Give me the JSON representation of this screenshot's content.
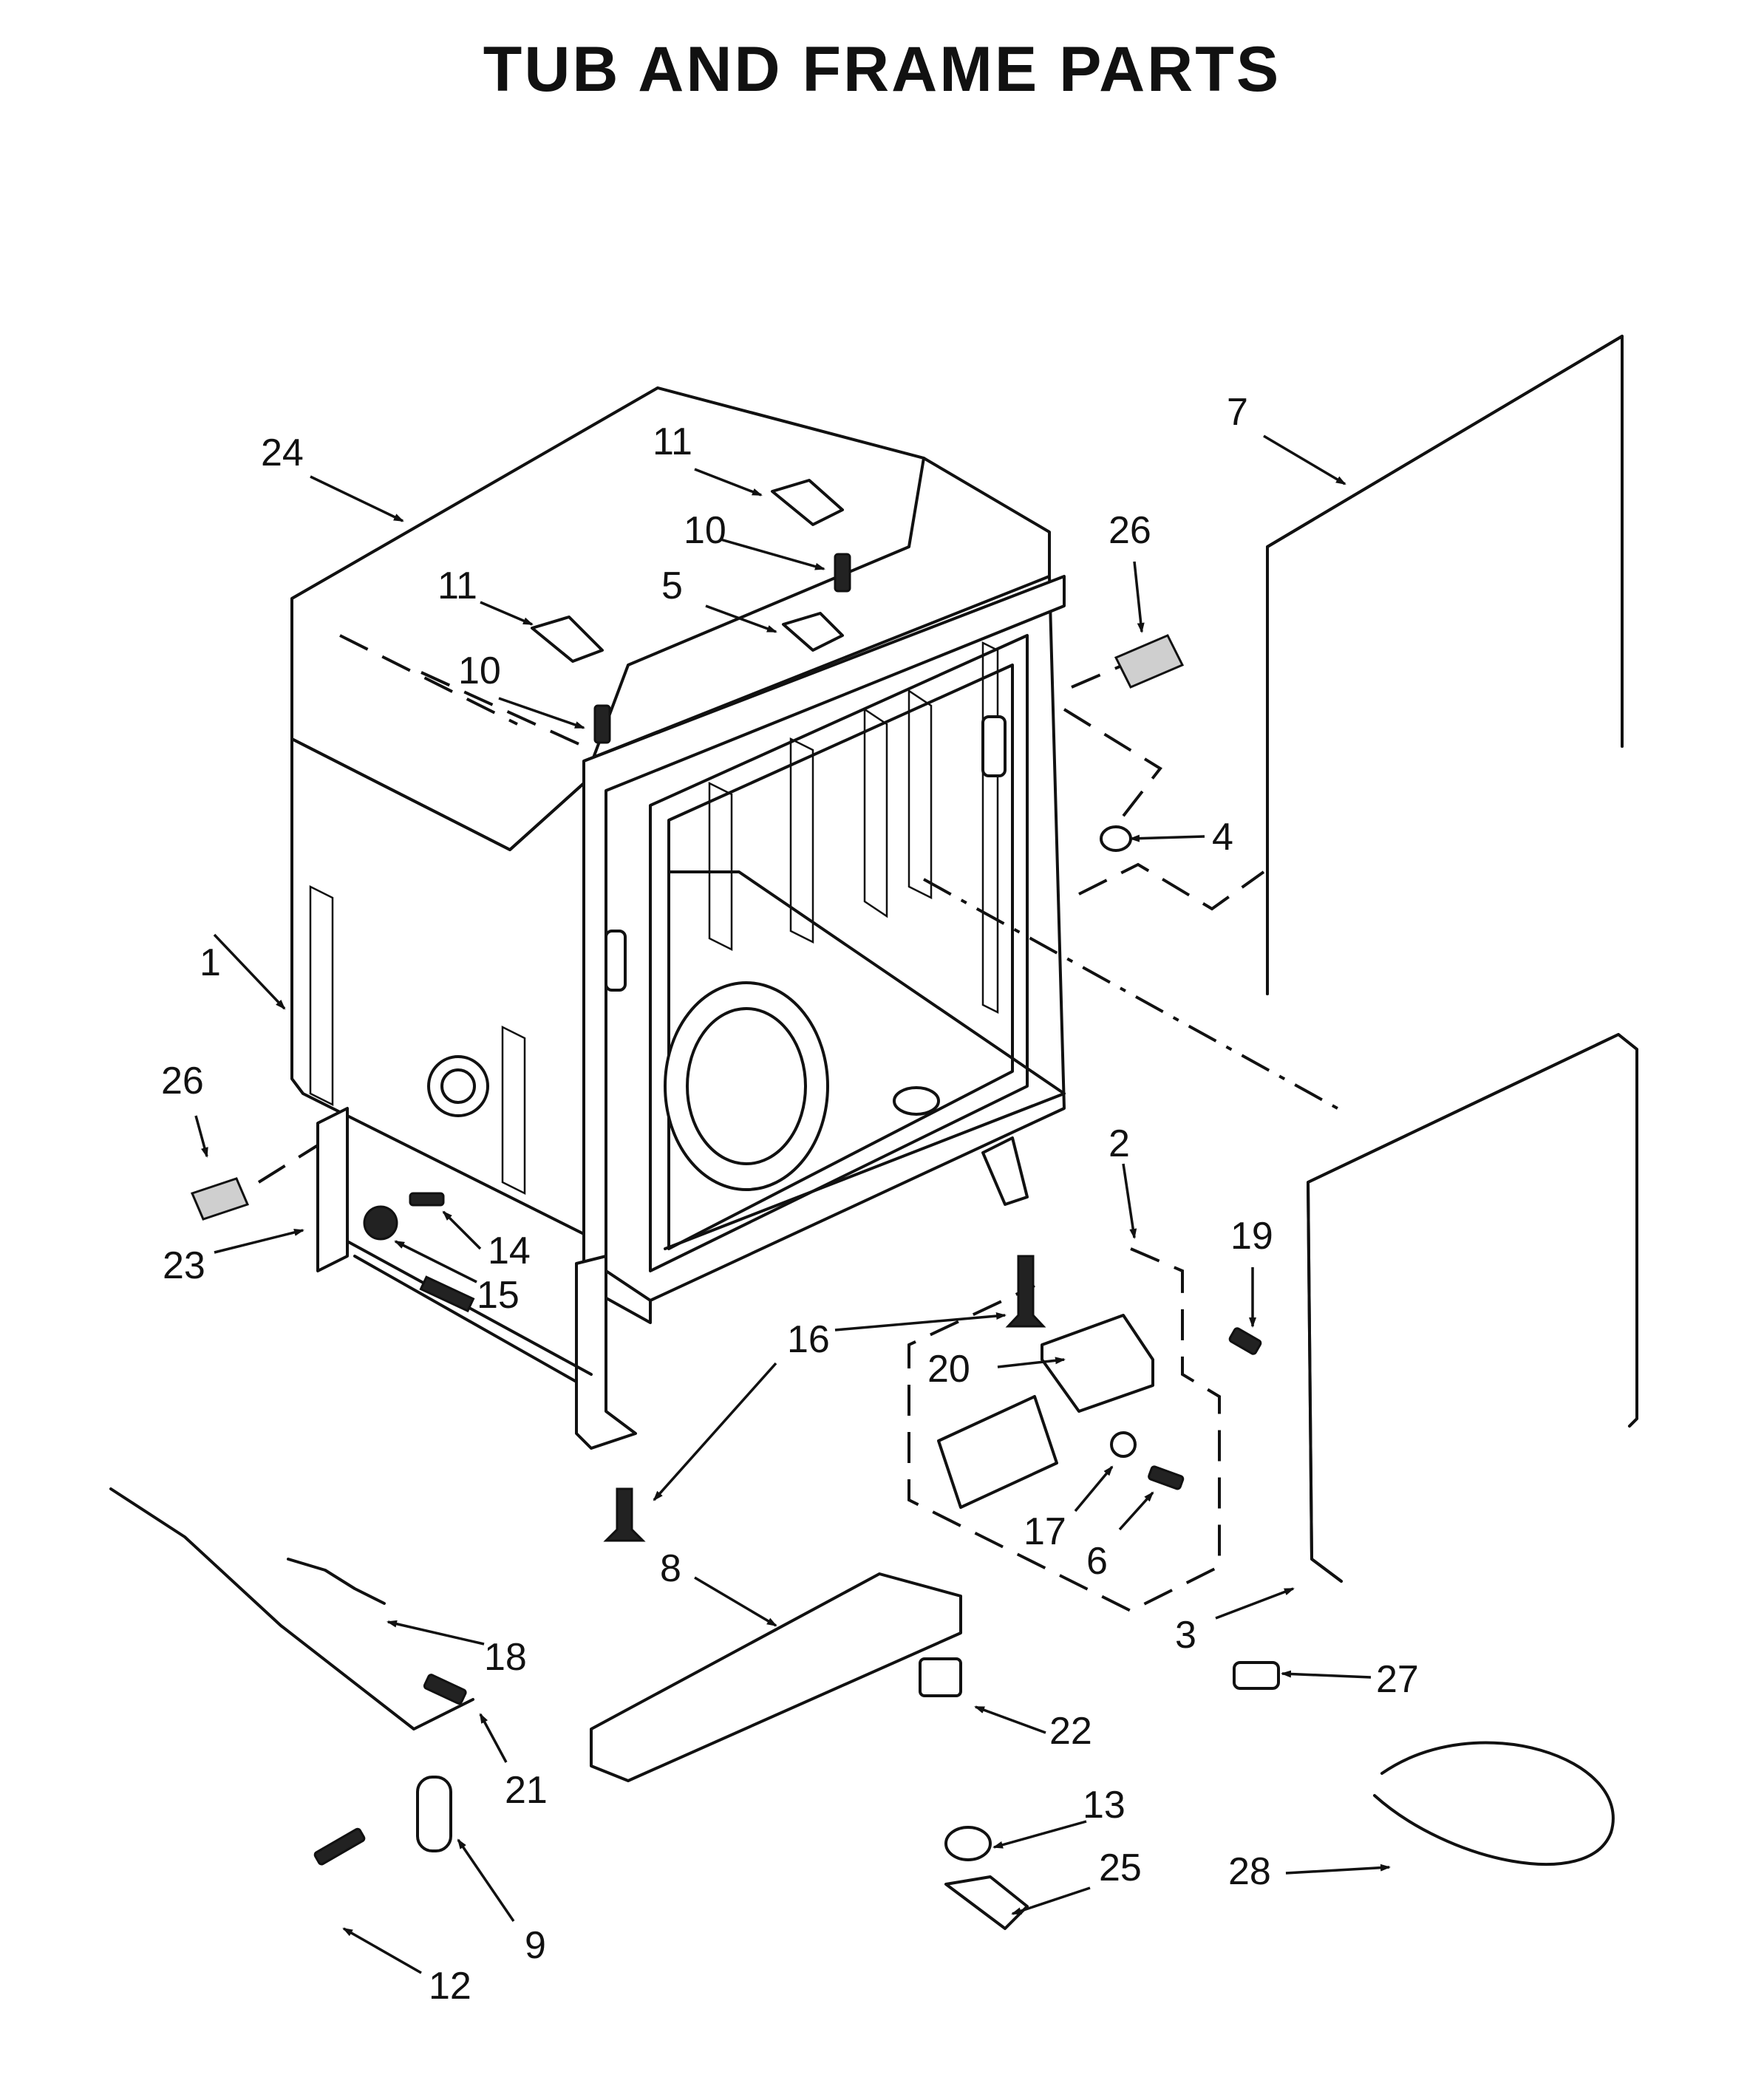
{
  "title": "TUB AND FRAME PARTS",
  "callouts": [
    "1",
    "2",
    "3",
    "4",
    "5",
    "6",
    "7",
    "8",
    "9",
    "10",
    "10",
    "11",
    "11",
    "12",
    "13",
    "14",
    "15",
    "16",
    "17",
    "18",
    "19",
    "20",
    "21",
    "22",
    "23",
    "24",
    "25",
    "26",
    "26",
    "27",
    "28"
  ]
}
